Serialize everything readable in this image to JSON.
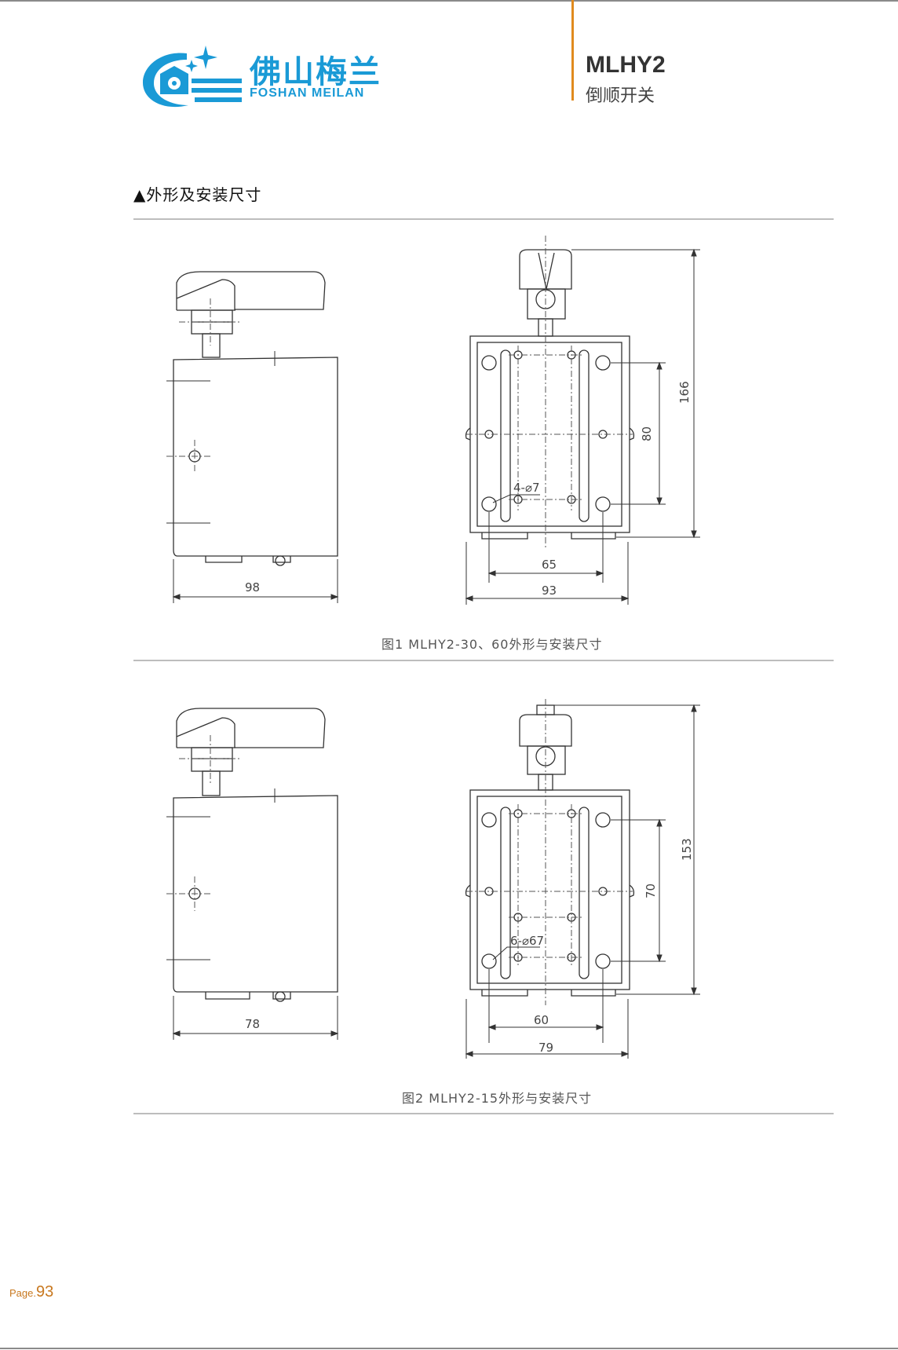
{
  "header": {
    "brand_cn": "佛山梅兰",
    "brand_en": "FOSHAN MEILAN",
    "model": "MLHY2",
    "model_subtitle": "倒顺开关",
    "accent_color": "#e08a1e",
    "brand_color": "#1a9ad6"
  },
  "section_title": "▲外形及安装尺寸",
  "figures": [
    {
      "caption": "图1 MLHY2-30、60外形与安装尺寸",
      "side_width": "98",
      "hole_spacing_h": "65",
      "front_width": "93",
      "hole_spacing_v": "80",
      "total_height": "166",
      "hole_note": "4-⌀7"
    },
    {
      "caption": "图2 MLHY2-15外形与安装尺寸",
      "side_width": "78",
      "hole_spacing_h": "60",
      "front_width": "79",
      "hole_spacing_v": "70",
      "total_height": "153",
      "hole_note": "6-⌀67"
    }
  ],
  "footer": {
    "page_label": "Page.",
    "page_number": "93"
  }
}
